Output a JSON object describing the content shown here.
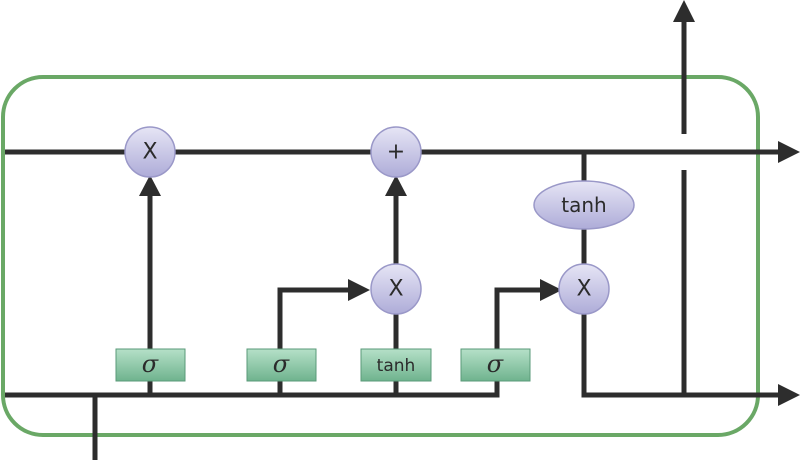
{
  "cell": {
    "border_color": "#6aa866",
    "line_color": "#2d2d2d",
    "gate_fill": "#8ec8a8",
    "op_fill": "#c7c6e6"
  },
  "pointwise_ops": {
    "forget_multiply": "X",
    "cell_add": "+",
    "input_multiply": "X",
    "output_multiply": "X"
  },
  "cell_tanh": "tanh",
  "layers": {
    "forget_gate": "σ",
    "input_gate": "σ",
    "candidate": "tanh",
    "output_gate": "σ"
  }
}
